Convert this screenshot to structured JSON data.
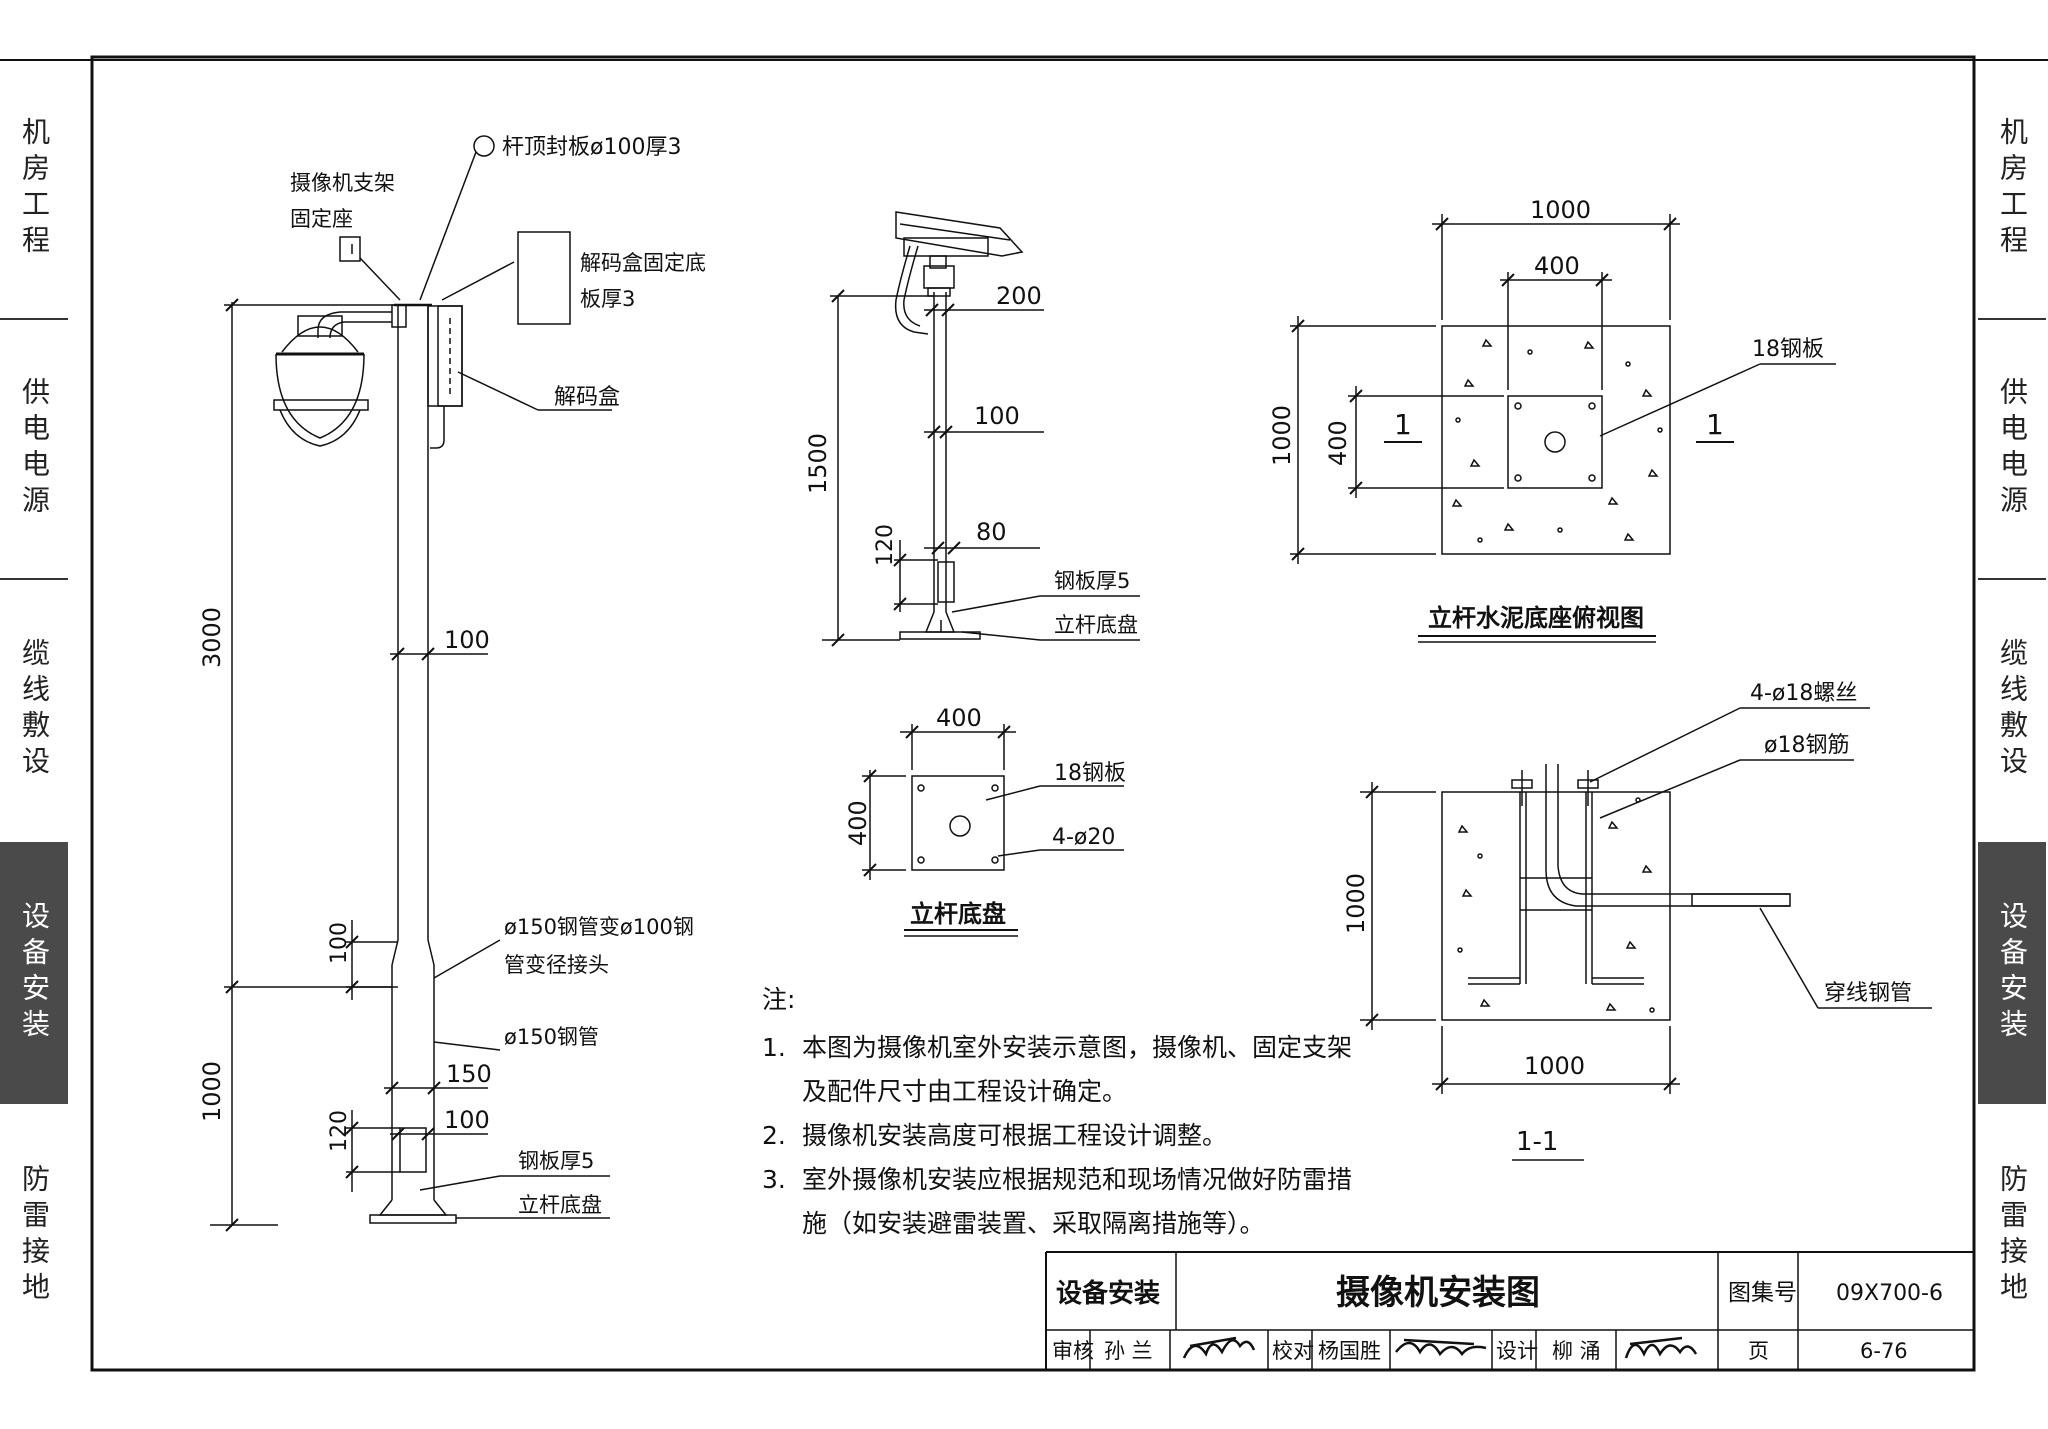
{
  "left_tabs": [
    {
      "label": "机房工程"
    },
    {
      "label": "供电电源"
    },
    {
      "label": "缆线敷设"
    },
    {
      "label": "设备安装",
      "active": true
    },
    {
      "label": "防雷接地"
    }
  ],
  "right_tabs": [
    {
      "label": "机房工程"
    },
    {
      "label": "供电电源"
    },
    {
      "label": "缆线敷设"
    },
    {
      "label": "设备安装",
      "active": true
    },
    {
      "label": "防雷接地"
    }
  ],
  "pole_drawing": {
    "top_cap": "杆顶封板ø100厚3",
    "bracket_seat_line1": "摄像机支架",
    "bracket_seat_line2": "固定座",
    "decoder_plate_line1": "解码盒固定底",
    "decoder_plate_line2": "板厚3",
    "decoder_box": "解码盒",
    "dim_3000": "3000",
    "dim_100_upper": "100",
    "reducer_line1": "ø150钢管变ø100钢",
    "reducer_line2": "管变径接头",
    "dim_100_reducer": "100",
    "pipe_150": "ø150钢管",
    "dim_1000": "1000",
    "dim_150": "150",
    "dim_100_lower": "100",
    "dim_120": "120",
    "steel_plate": "钢板厚5",
    "base_plate": "立杆底盘"
  },
  "small_pole": {
    "dim_200": "200",
    "dim_1500": "1500",
    "dim_100": "100",
    "dim_120": "120",
    "dim_80": "80",
    "steel_plate": "钢板厚5",
    "base_plate": "立杆底盘"
  },
  "base_plate_view": {
    "dim_w": "400",
    "dim_h": "400",
    "plate_label": "18钢板",
    "holes_label": "4-ø20",
    "title": "立杆底盘"
  },
  "plan_view": {
    "dim_top_1000": "1000",
    "dim_top_400": "400",
    "dim_left_1000": "1000",
    "dim_left_400": "400",
    "plate_label": "18钢板",
    "section_left": "1",
    "section_right": "1",
    "title": "立杆水泥底座俯视图"
  },
  "section_view": {
    "bolts_label": "4-ø18螺丝",
    "rebar_label": "ø18钢筋",
    "dim_left_1000": "1000",
    "dim_bottom_1000": "1000",
    "conduit_label": "穿线钢管",
    "title": "1-1"
  },
  "notes": {
    "heading": "注:",
    "items": [
      {
        "num": "1.",
        "line1": "本图为摄像机室外安装示意图，摄像机、固定支架",
        "line2": "及配件尺寸由工程设计确定。"
      },
      {
        "num": "2.",
        "line1": "摄像机安装高度可根据工程设计调整。",
        "line2": ""
      },
      {
        "num": "3.",
        "line1": "室外摄像机安装应根据规范和现场情况做好防雷措",
        "line2": "施（如安装避雷装置、采取隔离措施等）。"
      }
    ]
  },
  "title_block": {
    "category": "设备安装",
    "drawing_title": "摄像机安装图",
    "atlas_label": "图集号",
    "atlas_no": "09X700-6",
    "review_label": "审核",
    "reviewer": "孙 兰",
    "check_label": "校对",
    "checker": "杨国胜",
    "design_label": "设计",
    "designer": "柳 涌",
    "page_label": "页",
    "page_no": "6-76"
  }
}
